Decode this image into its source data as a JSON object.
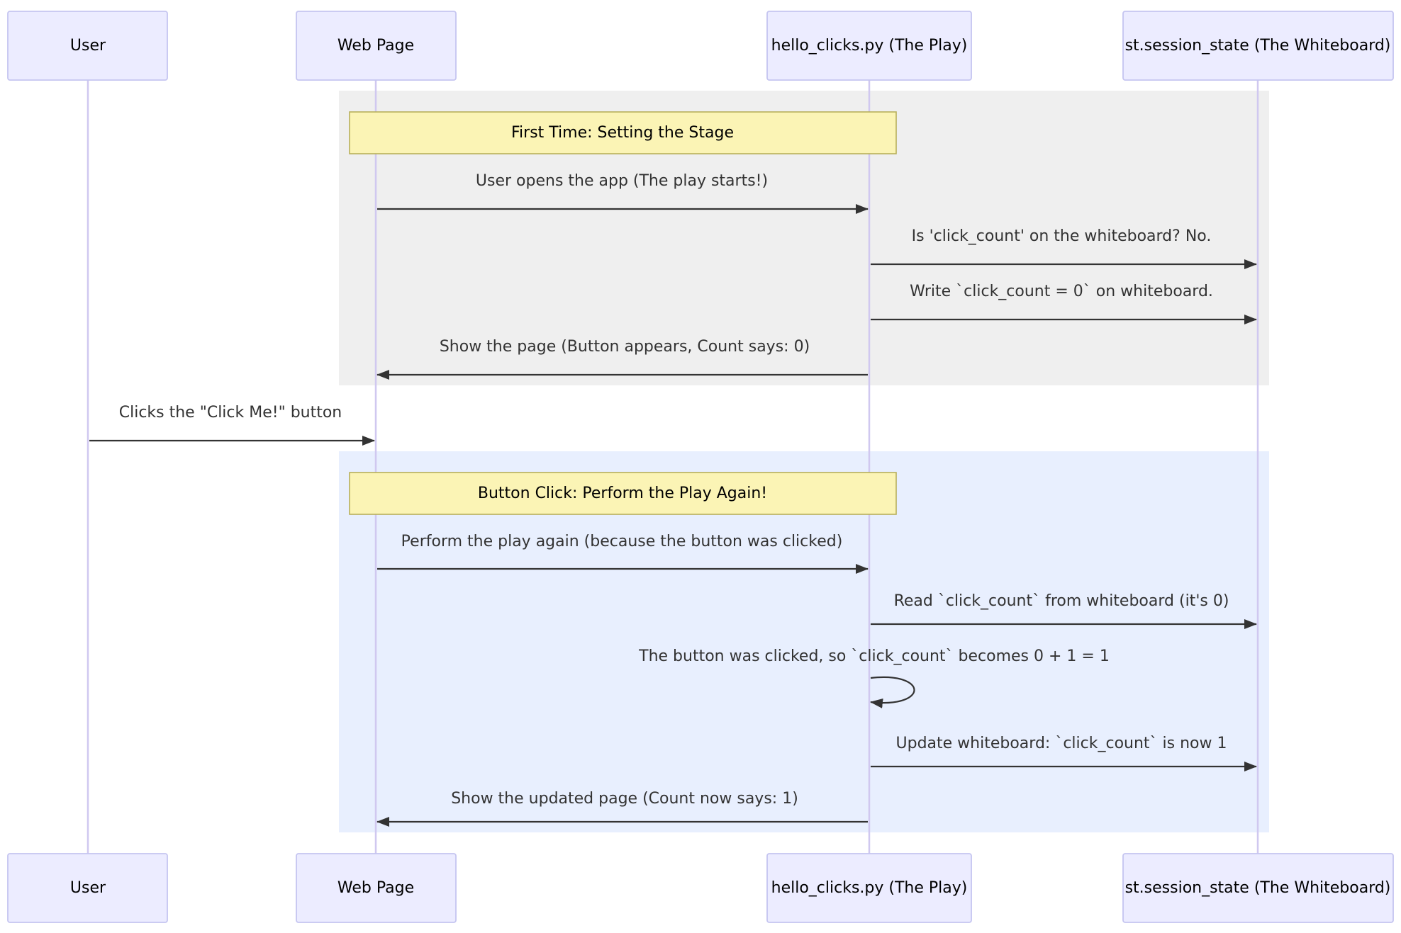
{
  "participants": [
    {
      "id": "user",
      "label": "User"
    },
    {
      "id": "web",
      "label": "Web Page"
    },
    {
      "id": "play",
      "label": "hello_clicks.py (The Play)"
    },
    {
      "id": "board",
      "label": "st.session_state (The Whiteboard)"
    }
  ],
  "groups": [
    {
      "note": "First Time: Setting the Stage",
      "messages": [
        {
          "from": "web",
          "to": "play",
          "text": "User opens the app (The play starts!)"
        },
        {
          "from": "play",
          "to": "board",
          "text": "Is 'click_count' on the whiteboard? No."
        },
        {
          "from": "play",
          "to": "board",
          "text": "Write `click_count = 0` on whiteboard."
        },
        {
          "from": "play",
          "to": "web",
          "text": "Show the page (Button appears, Count says: 0)"
        }
      ]
    },
    {
      "note": "Button Click: Perform the Play Again!",
      "messages": [
        {
          "from": "web",
          "to": "play",
          "text": "Perform the play again (because the button was clicked)"
        },
        {
          "from": "play",
          "to": "board",
          "text": "Read `click_count` from whiteboard (it's 0)"
        },
        {
          "from": "play",
          "to": "play",
          "text": "The button was clicked, so `click_count` becomes 0 + 1 = 1"
        },
        {
          "from": "play",
          "to": "board",
          "text": "Update whiteboard: `click_count` is now 1"
        },
        {
          "from": "play",
          "to": "web",
          "text": "Show the updated page (Count now says: 1)"
        }
      ]
    }
  ],
  "standalone_message": {
    "from": "user",
    "to": "web",
    "text": "Clicks the \"Click Me!\" button"
  },
  "colors": {
    "actor_fill": "#ECECFF",
    "actor_stroke": "#C5C5F0",
    "lifeline": "#D0C8F0",
    "group1_fill": "#EFEFEF",
    "group2_fill": "#E8EFFE",
    "note_fill": "#FBF4B5",
    "note_stroke": "#B8B05A",
    "message": "#333333"
  }
}
